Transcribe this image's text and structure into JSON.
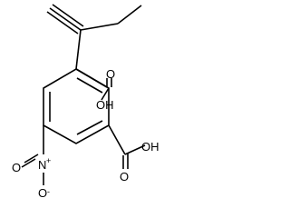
{
  "molecule": {
    "labels": {
      "carboxyl_upper_o": "O",
      "carboxyl_upper_oh": "OH",
      "carboxyl_lower_o": "O",
      "carboxyl_lower_oh": "OH",
      "nitro_n": "N",
      "nitro_n_charge": "+",
      "nitro_o_top": "O",
      "nitro_o_side": "O",
      "nitro_o_charge": "-"
    },
    "colors": {
      "bond": "#000000",
      "background": "#ffffff"
    }
  }
}
